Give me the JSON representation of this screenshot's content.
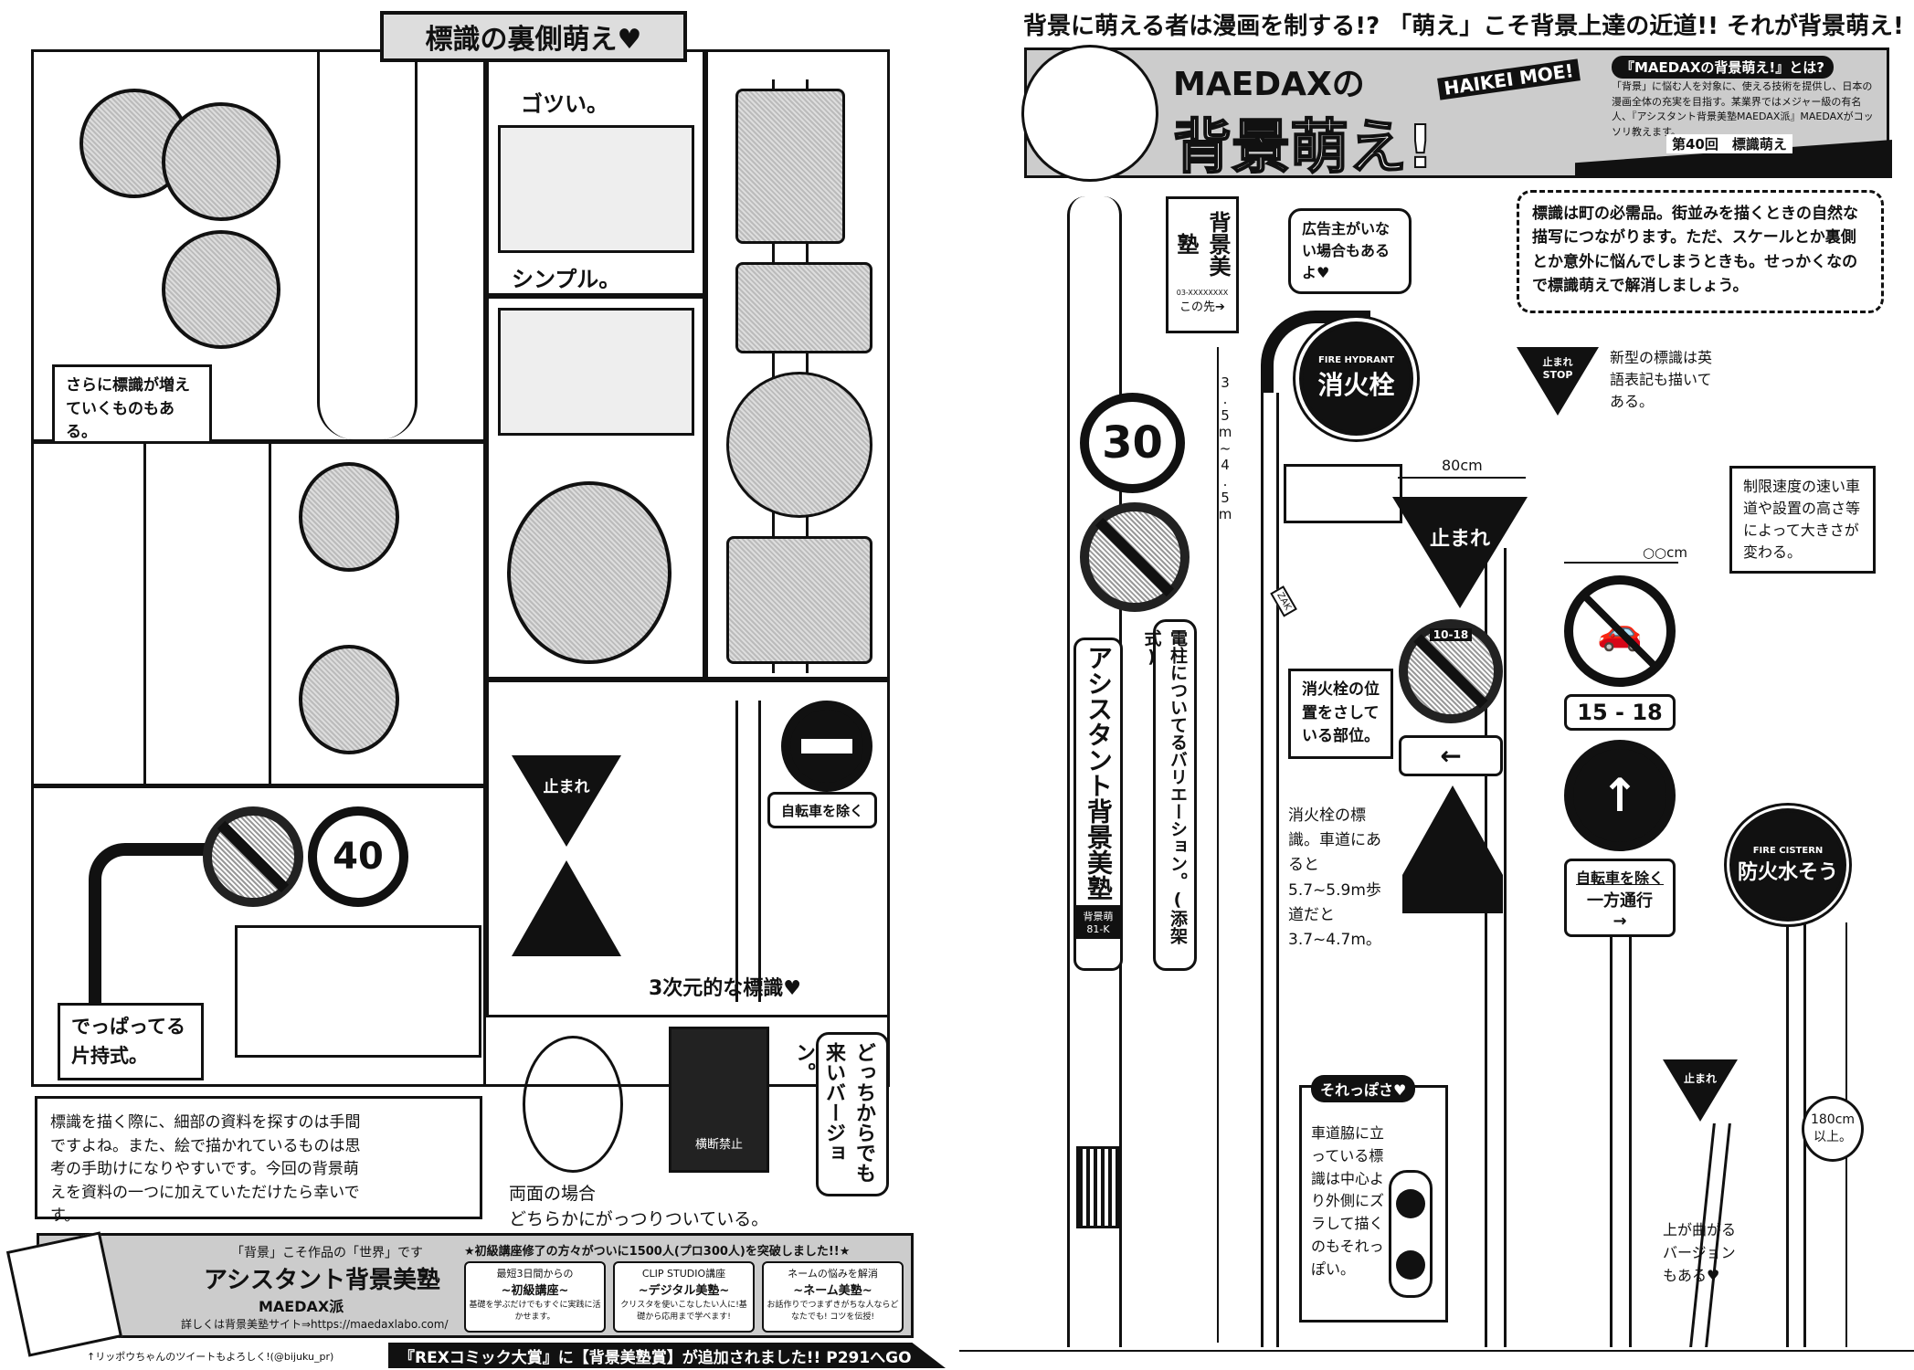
{
  "left_page": {
    "title": "標識の裏側萌え♥",
    "captions": {
      "more_signs": "さらに標識が増えていくものもある。",
      "gotsui": "ゴツい。",
      "simple": "シンプル。",
      "cantilever": "でっぱってる片持式。",
      "three_d": "3次元的な標識♥",
      "both_sides": "どっちからでも来いバージョン。",
      "double_sided_1": "両面の場合",
      "double_sided_2": "どちらかにがっつりついている。"
    },
    "sign_labels": {
      "speed": "40",
      "tomare": "止まれ",
      "bicycle": "自転車を除く",
      "crossing_ban": "横断禁止"
    },
    "note": "標識を描く際に、細部の資料を探すのは手間ですよね。また、絵で描かれているものは思考の手助けになりやすいです。今回の背景萌えを資料の一つに加えていただけたら幸いです。",
    "ad": {
      "tagline": "「背景」こそ作品の「世界」です",
      "school": "アシスタント背景美塾",
      "brand": "MAEDAX派",
      "site": "詳しくは背景美塾サイト⇒https://maedaxlabo.com/",
      "headline": "★初級講座修了の方々がついに1500人(プロ300人)を突破しました!!★",
      "courses": [
        {
          "top": "最短3日間からの",
          "name": "~初級講座~",
          "desc": "基礎を学ぶだけでもすぐに実践に活かせます。"
        },
        {
          "top": "CLIP STUDIO講座",
          "name": "~デジタル美塾~",
          "desc": "クリスタを使いこなしたい人に!基礎から応用まで学べます!"
        },
        {
          "top": "ネームの悩みを解消",
          "name": "~ネーム美塾~",
          "desc": "お話作りでつまずきがちな人ならどなたでも! コツを伝授!"
        }
      ],
      "twitter": "↑リッポウちゃんのツイートもよろしく!(@bijuku_pr)",
      "banner": "『REXコミック大賞』に【背景美塾賞】が追加されました!! P291へGO"
    }
  },
  "right_page": {
    "headline": "背景に萌える者は漫画を制する!? 「萌え」こそ背景上達の近道!! それが背景萌え!",
    "header": {
      "brand": "MAEDAXの",
      "logo": "背景萌え!",
      "romaji": "HAIKEI MOE!",
      "about_title": "『MAEDAXの背景萌え!』とは?",
      "about_text": "「背景」に悩む人を対象に、使える技術を提供し、日本の漫画全体の充実を目指す。某業界ではメジャー級の有名人、『アシスタント背景美塾MAEDAX派』MAEDAXがコッソリ教えます。",
      "episode": "第40回　標識萌え"
    },
    "intro": "標識は町の必需品。街並みを描くときの自然な描写につながります。ただ、スケールとか裏側とか意外に悩んでしまうときも。せっかくなので標識萌えで解消しましょう。",
    "annotations": {
      "no_sponsor": "広告主がいない場合もあるよ♥",
      "height_1": "3.5m~4.5m",
      "pole_variation": "電柱についてるバリエーション。(添架式)",
      "width_80": "80cm",
      "new_sign": "新型の標識は英語表記も描いてある。",
      "speed_size": "制限速度の速い車道や設置の高さ等によって大きさが変わる。",
      "width_oo": "○○cm",
      "hydrant_pos": "消火栓の位置をさしている部位。",
      "hydrant_height": "消火栓の標識。車道にあると5.7~5.9m歩道だと3.7~4.7m。",
      "realistic_title": "それっぽさ♥",
      "realistic": "車道脇に立っている標識は中心より外側にズラして描くのもそれっぽい。",
      "height_180": "180cm以上。",
      "bent": "上が曲がるバージョンもある♥"
    },
    "signs": {
      "ad_sign": "背景美塾",
      "ad_small": "03-XXXXXXXX",
      "ad_arrow": "この先➔",
      "speed": "30",
      "vertical_ad": "アシスタント背景美塾",
      "vertical_ad_code": "背景萌81-K",
      "hydrant_en": "FIRE HYDRANT",
      "hydrant_jp": "消火栓",
      "tomare": "止まれ",
      "stop_en": "STOP",
      "time": "10-18",
      "hours": "15 - 18",
      "bicycle": "自転車を除く",
      "oneway": "一方通行",
      "cistern_en": "FIRE CISTERN",
      "cistern_jp": "防火水そう",
      "tag": "ZAK"
    }
  }
}
